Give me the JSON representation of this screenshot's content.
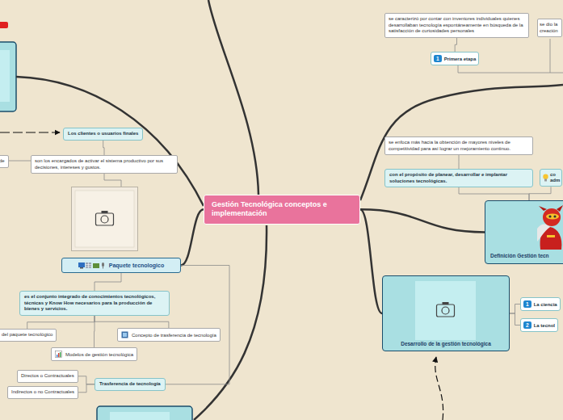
{
  "diagram": {
    "nodes": [
      {
        "text": [
          "Gestión Tecnológica conceptos e implementación"
        ]
      },
      {
        "text": [
          "se caracterizó por contar con inventores individuales quienes desarrollaban tecnología espontáneamente en búsqueda de la satisfacción de curiosidades personales"
        ]
      },
      {
        "text": [
          "se dio la creación"
        ]
      },
      {
        "text": [
          "1",
          "Primera etapa"
        ]
      },
      {
        "text": [
          "se enfoca más hacia la obtención de mayores niveles de competitividad para así lograr un mejoramiento continuo."
        ]
      },
      {
        "text": [
          "con el propósito de planear, desarrollar e implantar soluciones tecnológicas."
        ]
      },
      {
        "text": [
          "co adm"
        ]
      },
      {
        "text": [
          "Definición Gestión tecn"
        ]
      },
      {
        "text": [
          "Desarrollo de la gestión tecnológica"
        ]
      },
      {
        "text": [
          "1",
          "La ciencia"
        ]
      },
      {
        "text": [
          "2",
          "La tecnol"
        ]
      },
      {
        "text": [
          "Los clientes o usuarios finales"
        ]
      },
      {
        "text": [
          "de"
        ]
      },
      {
        "text": [
          "son los encargados de activar el sistema productivo por sus decisiones, intereses y gustos."
        ]
      },
      {
        "text": [
          "Paquete tecnologico"
        ]
      },
      {
        "text": [
          "es el conjunto integrado de conocimientos tecnológicos, técnicas y Know How necesarios para la producción de bienes y servicios."
        ]
      },
      {
        "text": [
          "del paquete tecnológico"
        ]
      },
      {
        "text": [
          "Concepto de trasferencia de tecnología"
        ]
      },
      {
        "text": [
          "Modelos de gestión tecnológica"
        ]
      },
      {
        "text": [
          "Trasferencia de tecnología"
        ]
      },
      {
        "text": [
          "Directos o Contractuales"
        ]
      },
      {
        "text": [
          "Indirectos o no Contractuales"
        ]
      }
    ],
    "edges": [
      {
        "from": 0,
        "to": 14,
        "arrow": "none"
      },
      {
        "from": 0,
        "to": 7,
        "arrow": "none"
      },
      {
        "from": 0,
        "to": 8,
        "arrow": "none"
      },
      {
        "from": 3,
        "to": 1,
        "arrow": "none"
      },
      {
        "from": 7,
        "to": 6,
        "arrow": "none"
      },
      {
        "from": 7,
        "to": 5,
        "arrow": "none"
      },
      {
        "from": 5,
        "to": 4,
        "arrow": "none"
      },
      {
        "from": 8,
        "to": 9,
        "arrow": "none"
      },
      {
        "from": 8,
        "to": 10,
        "arrow": "none"
      },
      {
        "from": 11,
        "to": 13,
        "arrow": "none"
      },
      {
        "from": 13,
        "to": 14,
        "arrow": "none"
      },
      {
        "from": 14,
        "to": 15,
        "arrow": "none"
      },
      {
        "from": 15,
        "to": 16,
        "arrow": "none"
      },
      {
        "from": 15,
        "to": 17,
        "arrow": "none"
      },
      {
        "from": 15,
        "to": 18,
        "arrow": "none"
      },
      {
        "from": 14,
        "to": 19,
        "arrow": "none"
      },
      {
        "from": 19,
        "to": 20,
        "arrow": "none"
      },
      {
        "from": 19,
        "to": 21,
        "arrow": "none"
      }
    ]
  }
}
